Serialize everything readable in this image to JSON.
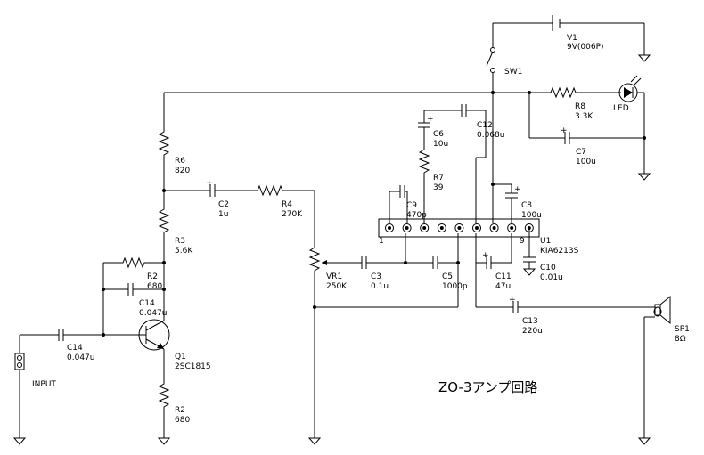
{
  "title": "ZO-3アンプ回路",
  "components": {
    "v1": {
      "name": "V1",
      "value": "9V(006P)"
    },
    "sw1": {
      "name": "SW1"
    },
    "r8": {
      "name": "R8",
      "value": "3.3K"
    },
    "led": {
      "name": "LED"
    },
    "c7": {
      "name": "C7",
      "value": "100u"
    },
    "c12": {
      "name": "C12",
      "value": "0.068u"
    },
    "c6": {
      "name": "C6",
      "value": "10u"
    },
    "r7": {
      "name": "R7",
      "value": "39"
    },
    "c9": {
      "name": "C9",
      "value": "470p"
    },
    "c8": {
      "name": "C8",
      "value": "100u"
    },
    "u1": {
      "name": "U1",
      "value": "KIA6213S",
      "pin_first": "1",
      "pin_last": "9"
    },
    "r6": {
      "name": "R6",
      "value": "820"
    },
    "c2": {
      "name": "C2",
      "value": "1u"
    },
    "r4": {
      "name": "R4",
      "value": "270K"
    },
    "r3": {
      "name": "R3",
      "value": "5.6K"
    },
    "r2a": {
      "name": "R2",
      "value": "680"
    },
    "c14a": {
      "name": "C14",
      "value": "0.047u"
    },
    "vr1": {
      "name": "VR1",
      "value": "250K"
    },
    "c3": {
      "name": "C3",
      "value": "0.1u"
    },
    "c5": {
      "name": "C5",
      "value": "1000p"
    },
    "c11": {
      "name": "C11",
      "value": "47u"
    },
    "c10": {
      "name": "C10",
      "value": "0.01u"
    },
    "c13": {
      "name": "C13",
      "value": "220u"
    },
    "sp1": {
      "name": "SP1",
      "value": "8Ω"
    },
    "c14b": {
      "name": "C14",
      "value": "0.047u"
    },
    "q1": {
      "name": "Q1",
      "value": "2SC1815"
    },
    "r2b": {
      "name": "R2",
      "value": "680"
    },
    "input": {
      "name": "INPUT"
    }
  }
}
